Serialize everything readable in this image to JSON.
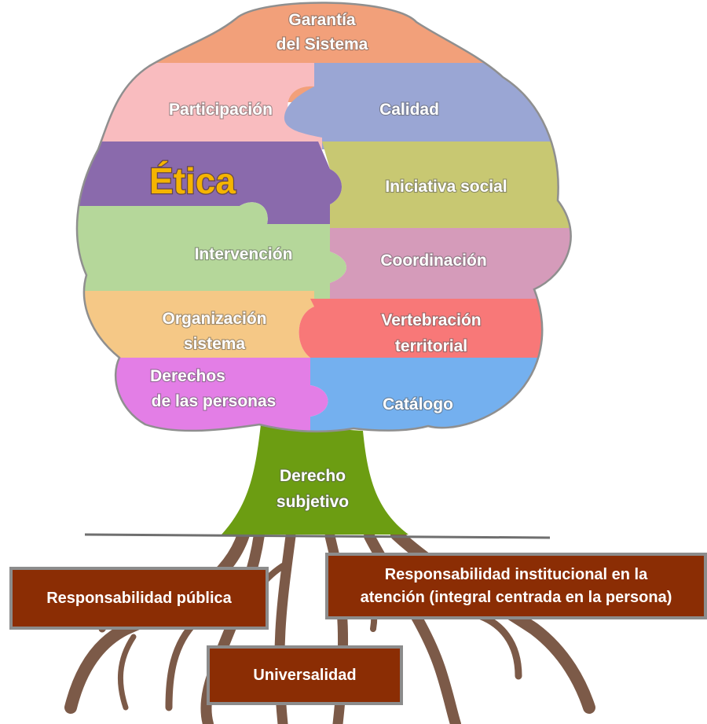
{
  "colors": {
    "garantia": "#f2a07a",
    "participacion": "#f9bcbf",
    "calidad": "#9aa6d4",
    "etica": "#8a6aac",
    "iniciativa": "#c8c872",
    "intervencion": "#b5d79a",
    "coordinacion": "#d59bba",
    "organizacion": "#f5c886",
    "vertebracion": "#f87878",
    "derechos": "#e37ee6",
    "catalogo": "#74b0ef",
    "trunk": "#6c9d12",
    "roots": "#7c5a48",
    "root_box": "#8b2d04",
    "etica_text": "#f5b400"
  },
  "tree": {
    "garantia_line1": "Garantía",
    "garantia_line2": "del Sistema",
    "participacion": "Participación",
    "calidad": "Calidad",
    "etica": "Ética",
    "iniciativa": "Iniciativa social",
    "intervencion": "Intervención",
    "coordinacion": "Coordinación",
    "organizacion_line1": "Organización",
    "organizacion_line2": "sistema",
    "vertebracion_line1": "Vertebración",
    "vertebracion_line2": "territorial",
    "derechos_line1": "Derechos",
    "derechos_line2": "de las personas",
    "catalogo": "Catálogo",
    "trunk_line1": "Derecho",
    "trunk_line2": "subjetivo"
  },
  "roots": {
    "responsabilidad_publica": "Responsabilidad pública",
    "responsabilidad_institucional_line1": "Responsabilidad institucional en la",
    "responsabilidad_institucional_line2": "atención (integral centrada en la persona)",
    "universalidad": "Universalidad"
  }
}
